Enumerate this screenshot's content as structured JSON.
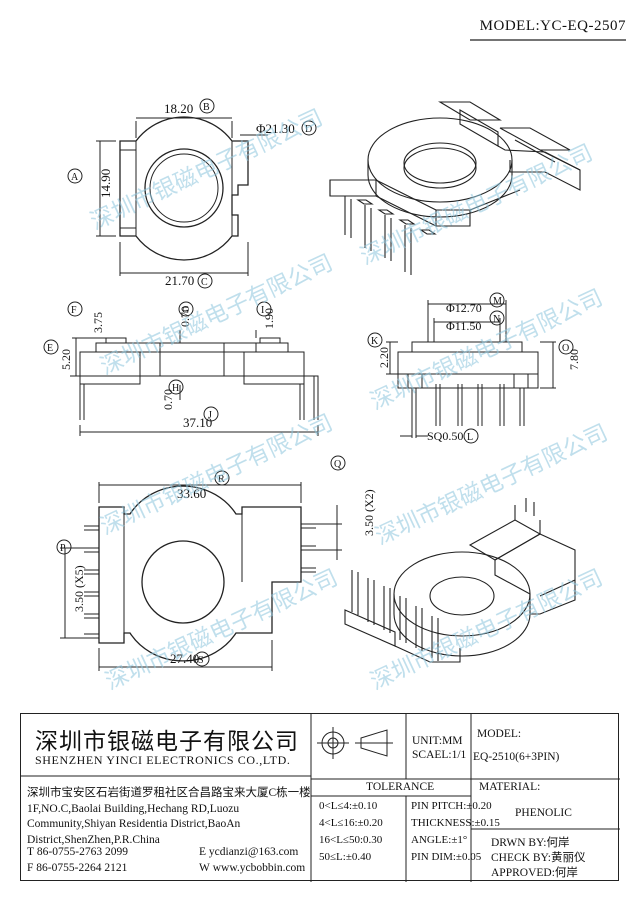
{
  "header": {
    "model_label": "MODEL:YC-EQ-2507"
  },
  "watermark": {
    "text": "深圳市银磁电子有限公司"
  },
  "dimensions": {
    "top_view": {
      "width_top": "18.20",
      "B": "B",
      "diameter": "Φ21.30",
      "D": "D",
      "height": "14.90",
      "A": "A",
      "width_bottom": "21.70",
      "C": "C"
    },
    "side_view": {
      "F": "F",
      "G": "G",
      "I": "I",
      "E": "E",
      "H": "H",
      "J": "J",
      "d_3_75": "3.75",
      "d_0_70a": "0.70",
      "d_1_90": "1.90",
      "d_5_20": "5.20",
      "d_0_70b": "0.70",
      "d_37_10": "37.10"
    },
    "front_view": {
      "M": "M",
      "N": "N",
      "K": "K",
      "O": "O",
      "L": "L",
      "d_12_70": "Φ12.70",
      "d_11_50": "Φ11.50",
      "d_2_20": "2.20",
      "d_7_80": "7.80",
      "sq": "SQ0.50"
    },
    "bottom_view": {
      "R": "R",
      "Q": "Q",
      "P": "P",
      "S": "S",
      "d_33_60": "33.60",
      "d_3_50_x2": "3.50 (X2)",
      "d_3_50_x5": "3.50 (X5)",
      "d_27_40": "27.40"
    }
  },
  "title_block": {
    "company_cn": "深圳市银磁电子有限公司",
    "company_en": "SHENZHEN YINCI ELECTRONICS CO.,LTD.",
    "address": [
      "深圳市宝安区石岩街道罗租社区合昌路宝来大厦C栋一楼",
      "1F,NO.C,Baolai Building,Hechang RD,Luozu",
      "Community,Shiyan Residentia District,BaoAn",
      "District,ShenZhen,P.R.China"
    ],
    "contact": [
      {
        "key": "T",
        "value": "86-0755-2763 2099",
        "key2": "E",
        "value2": "ycdianzi@163.com"
      },
      {
        "key": "F",
        "value": "86-0755-2264 2121",
        "key2": "W",
        "value2": "www.ycbobbin.com"
      }
    ],
    "unit": "UNIT:MM",
    "scale": "SCAEL:1/1",
    "model_label": "MODEL:",
    "model_value": "EQ-2510(6+3PIN)",
    "tolerance_label": "TOLERANCE",
    "tolerances": [
      "0<L≤4:±0.10",
      "4<L≤16:±0.20",
      "16<L≤50:0.30",
      "50≤L:±0.40"
    ],
    "pin_tolerances": [
      "PIN PITCH:±0.20",
      "THICKNESS:±0.15",
      "ANGLE:±1°",
      "PIN DIM:±0.05"
    ],
    "material_label": "MATERIAL:",
    "material_value": "PHENOLIC",
    "drawn": "DRWN BY:何岸",
    "checked": "CHECK BY:黄丽仪",
    "approved": "APPROVED:何岸"
  }
}
